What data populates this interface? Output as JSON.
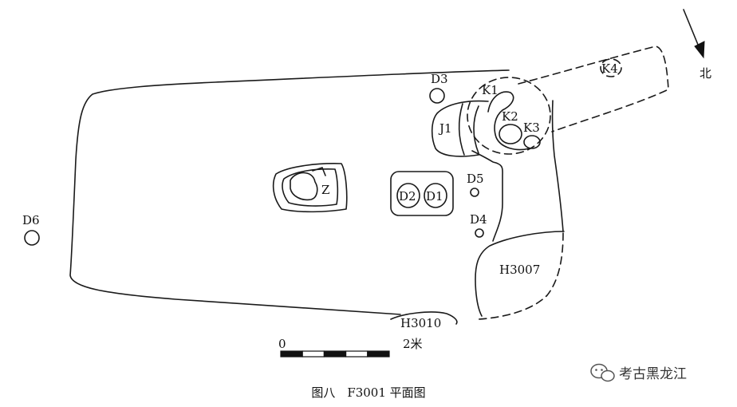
{
  "labels": {
    "north": "北",
    "d3": "D3",
    "k1": "K1",
    "k2": "K2",
    "k3": "K3",
    "k4": "K4",
    "j1": "J1",
    "z": "Z",
    "d1": "D1",
    "d2": "D2",
    "d4": "D4",
    "d5": "D5",
    "d6": "D6",
    "h3007": "H3007",
    "h3010": "H3010"
  },
  "scale": {
    "start": "0",
    "end": "2米",
    "segments": 5
  },
  "caption": "图八　F3001 平面图",
  "watermark": "考古黑龙江",
  "watermark_icon": "wechat-icon"
}
